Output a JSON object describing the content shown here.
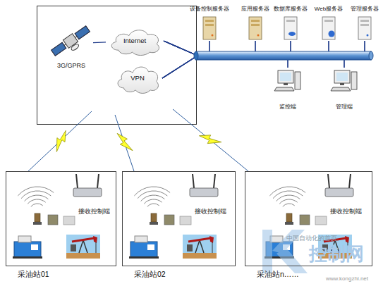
{
  "diagram": {
    "nodes": [
      {
        "text": [
          "3G/GPRS"
        ]
      },
      {
        "text": [
          "Internet"
        ]
      },
      {
        "text": [
          "VPN"
        ]
      },
      {
        "text": [
          "设备控制服务器"
        ]
      },
      {
        "text": [
          "应用服务器"
        ]
      },
      {
        "text": [
          "数据库服务器"
        ]
      },
      {
        "text": [
          "Web服务器"
        ]
      },
      {
        "text": [
          "管理服务器"
        ]
      },
      {
        "text": [
          "监控端"
        ]
      },
      {
        "text": [
          "管理端"
        ]
      },
      {
        "text": [
          "采油站01"
        ]
      },
      {
        "text": [
          "接收控制端"
        ],
        "in": 10
      },
      {
        "text": [
          "采油站02"
        ]
      },
      {
        "text": [
          "接收控制端"
        ],
        "in": 12
      },
      {
        "text": [
          "采油站n……"
        ]
      },
      {
        "text": [
          "接收控制端"
        ],
        "in": 14
      }
    ],
    "edges": [
      {
        "from": 0,
        "to": 1,
        "arrow": "none"
      },
      {
        "from": 1,
        "to": 3,
        "arrow": "none"
      },
      {
        "from": 1,
        "to": 4,
        "arrow": "none"
      },
      {
        "from": 1,
        "to": 5,
        "arrow": "none"
      },
      {
        "from": 1,
        "to": 6,
        "arrow": "none"
      },
      {
        "from": 1,
        "to": 7,
        "arrow": "none"
      },
      {
        "from": 1,
        "to": 8,
        "arrow": "none"
      },
      {
        "from": 1,
        "to": 9,
        "arrow": "none"
      },
      {
        "from": 2,
        "to": 3,
        "arrow": "none"
      },
      {
        "from": 2,
        "to": 4,
        "arrow": "none"
      },
      {
        "from": 2,
        "to": 5,
        "arrow": "none"
      },
      {
        "from": 2,
        "to": 6,
        "arrow": "none"
      },
      {
        "from": 2,
        "to": 7,
        "arrow": "none"
      },
      {
        "from": 2,
        "to": 8,
        "arrow": "none"
      },
      {
        "from": 2,
        "to": 9,
        "arrow": "none"
      }
    ],
    "labels": [
      "中国自动化的首页",
      "控制网",
      "www.kongzhi.net"
    ]
  }
}
